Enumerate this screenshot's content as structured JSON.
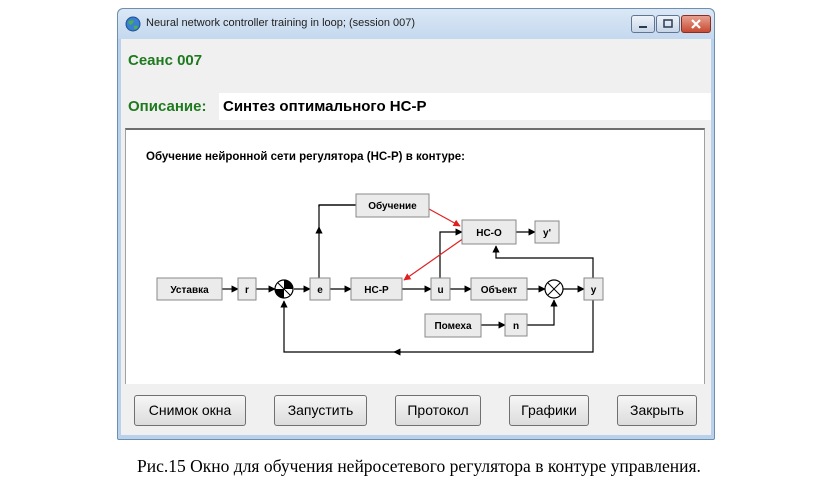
{
  "window": {
    "title": "Neural network controller training in loop; (session 007)"
  },
  "session": {
    "label": "Сеанс 007"
  },
  "description": {
    "label": "Описание:",
    "value": "Синтез оптимального НС-Р"
  },
  "panel": {
    "heading": "Обучение нейронной сети регулятора (НС-Р) в контуре:"
  },
  "diagram": {
    "blocks": {
      "setpoint": "Уставка",
      "r": "r",
      "e": "e",
      "training": "Обучение",
      "nn_controller": "НС-Р",
      "u": "u",
      "nn_observer": "НС-О",
      "y_hat": "y'",
      "plant": "Объект",
      "y": "y",
      "disturbance": "Помеха",
      "n": "n"
    },
    "colors": {
      "training_arrows": "#e02020",
      "lines": "#000000"
    }
  },
  "buttons": {
    "snapshot": "Снимок окна",
    "run": "Запустить",
    "protocol": "Протокол",
    "graphs": "Графики",
    "close": "Закрыть"
  },
  "caption": "Рис.15 Окно для обучения нейросетевого регулятора в контуре управления."
}
